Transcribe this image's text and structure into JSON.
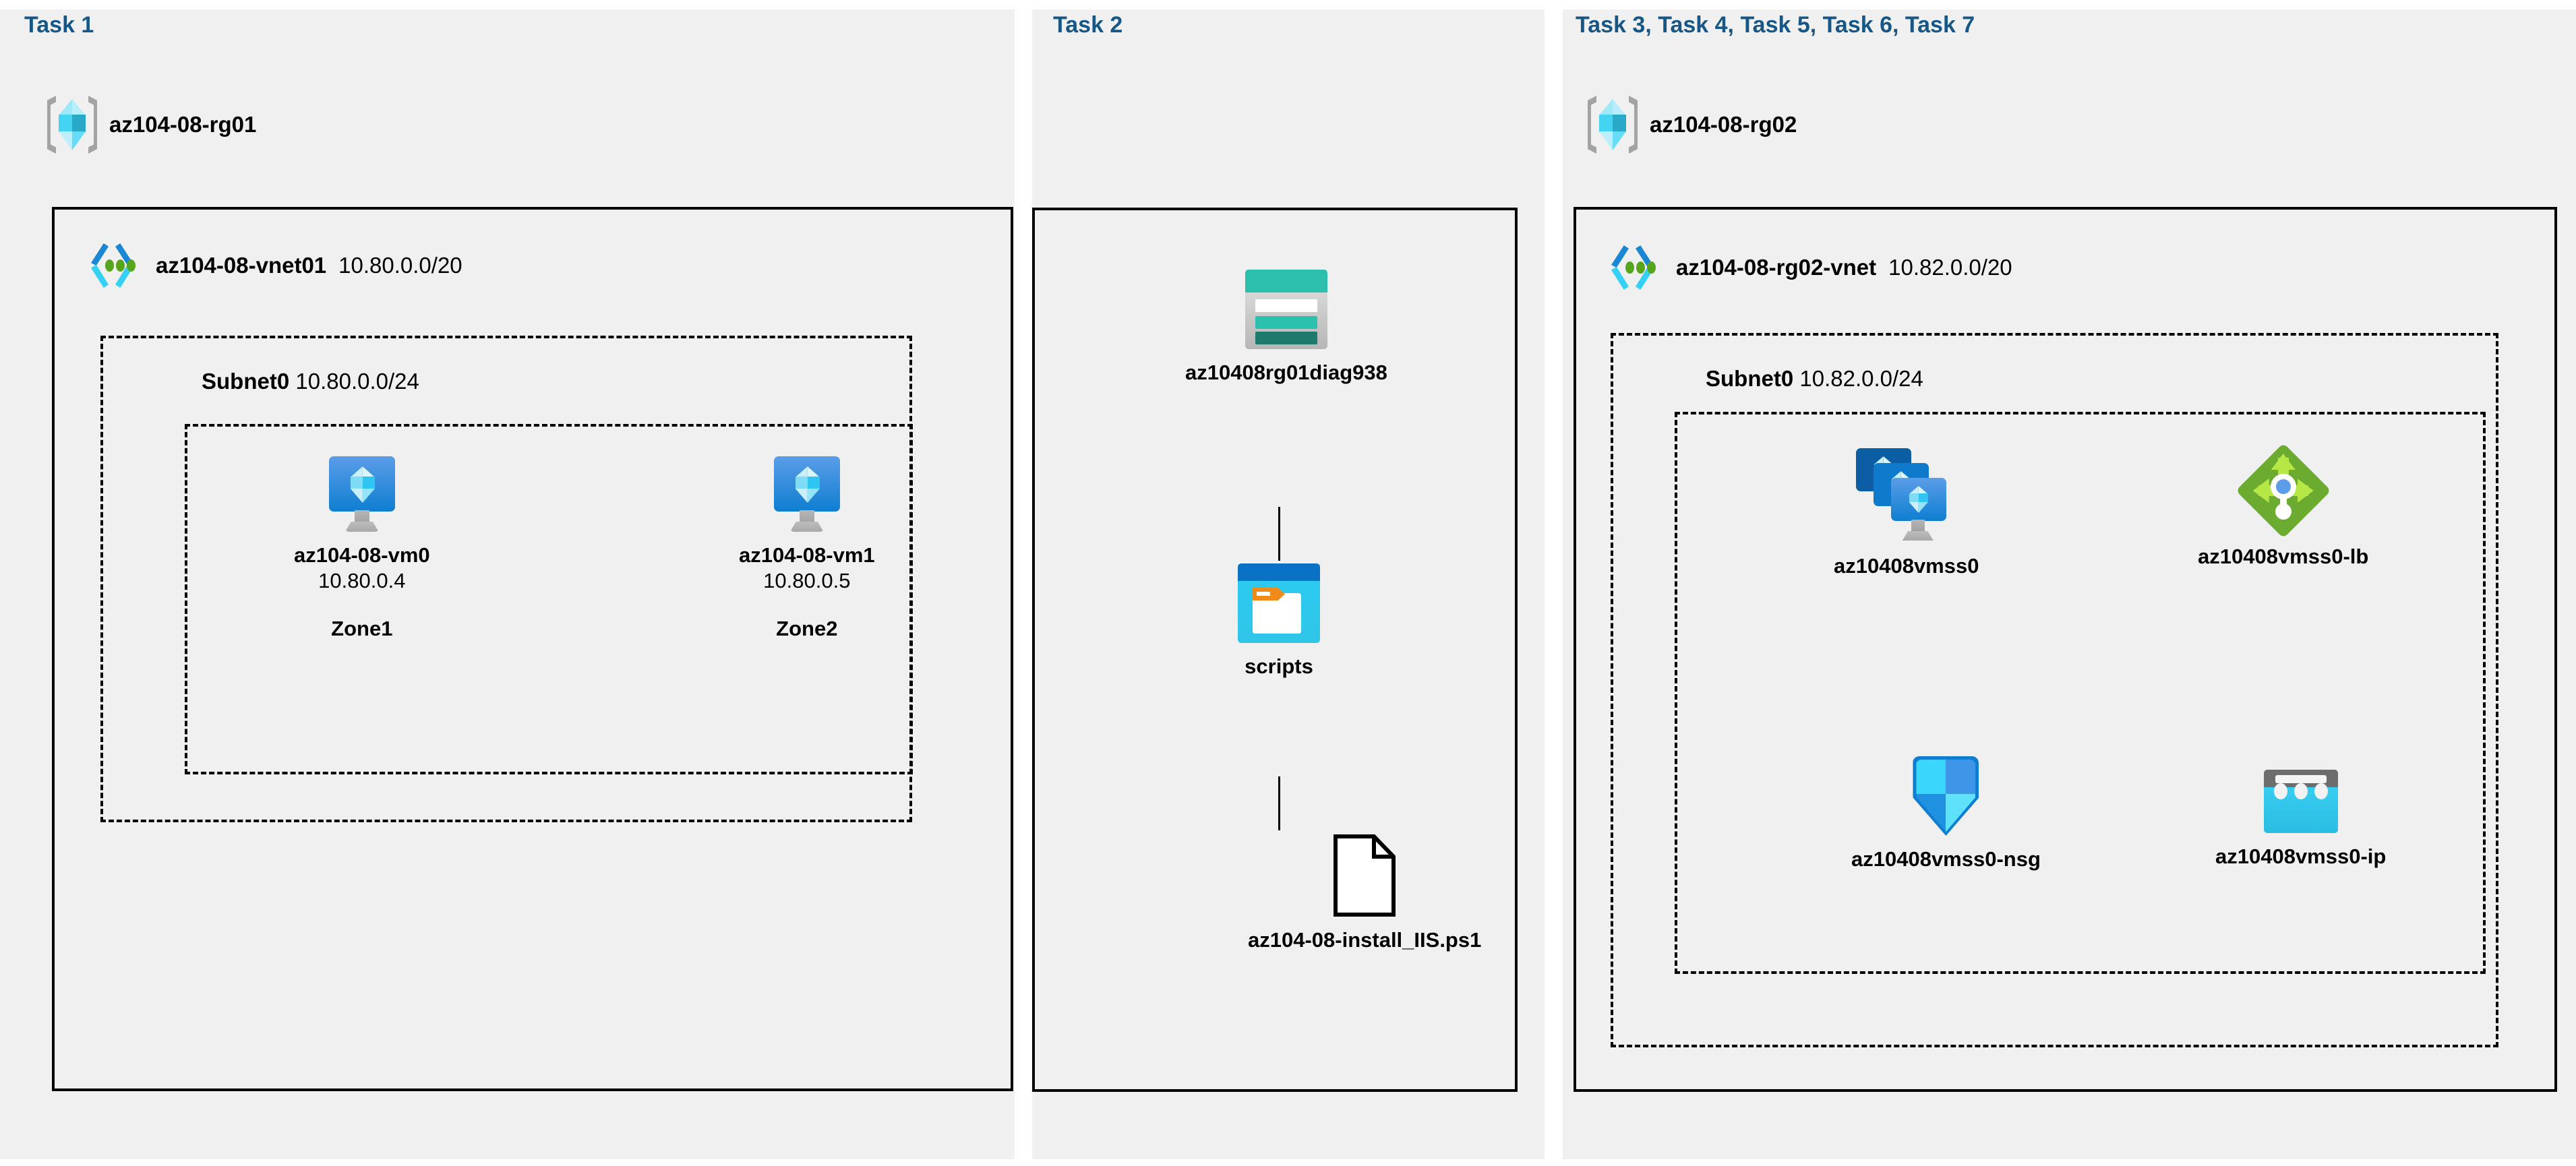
{
  "panels": [
    {
      "id": "task1",
      "title": "Task 1",
      "resource_group": {
        "name": "az104-08-rg01",
        "icon": "resource-group-icon"
      },
      "vnet": {
        "name": "az104-08-vnet01",
        "cidr": "10.80.0.0/20",
        "icon": "virtual-network-icon"
      },
      "subnet": {
        "name": "Subnet0",
        "cidr": "10.80.0.0/24"
      },
      "vms": [
        {
          "name": "az104-08-vm0",
          "ip": "10.80.0.4",
          "zone": "Zone1",
          "icon": "virtual-machine-icon"
        },
        {
          "name": "az104-08-vm1",
          "ip": "10.80.0.5",
          "zone": "Zone2",
          "icon": "virtual-machine-icon"
        }
      ]
    },
    {
      "id": "task2",
      "title": "Task 2",
      "nodes": [
        {
          "name": "az10408rg01diag938",
          "icon": "storage-account-icon"
        },
        {
          "name": "scripts",
          "icon": "blob-container-icon"
        },
        {
          "name": "az104-08-install_IIS.ps1",
          "icon": "powershell-file-icon"
        }
      ]
    },
    {
      "id": "task3",
      "title": "Task 3, Task 4, Task 5, Task 6, Task 7",
      "resource_group": {
        "name": "az104-08-rg02",
        "icon": "resource-group-icon"
      },
      "vnet": {
        "name": "az104-08-rg02-vnet",
        "cidr": "10.82.0.0/20",
        "icon": "virtual-network-icon"
      },
      "subnet": {
        "name": "Subnet0",
        "cidr": "10.82.0.0/24"
      },
      "resources": [
        {
          "name": "az10408vmss0",
          "icon": "vm-scale-set-icon"
        },
        {
          "name": "az10408vmss0-lb",
          "icon": "load-balancer-icon"
        },
        {
          "name": "az10408vmss0-nsg",
          "icon": "network-security-group-icon"
        },
        {
          "name": "az10408vmss0-ip",
          "icon": "public-ip-address-icon"
        }
      ]
    }
  ],
  "colors": {
    "panel_background": "#f0f0f0",
    "page_background": "#ffffff",
    "task_title": "#165788",
    "border": "#000000",
    "azure_blue": "#0f7ed1",
    "azure_cyan": "#34d1f5",
    "teal": "#2cbfad",
    "green": "#6bab2f"
  }
}
